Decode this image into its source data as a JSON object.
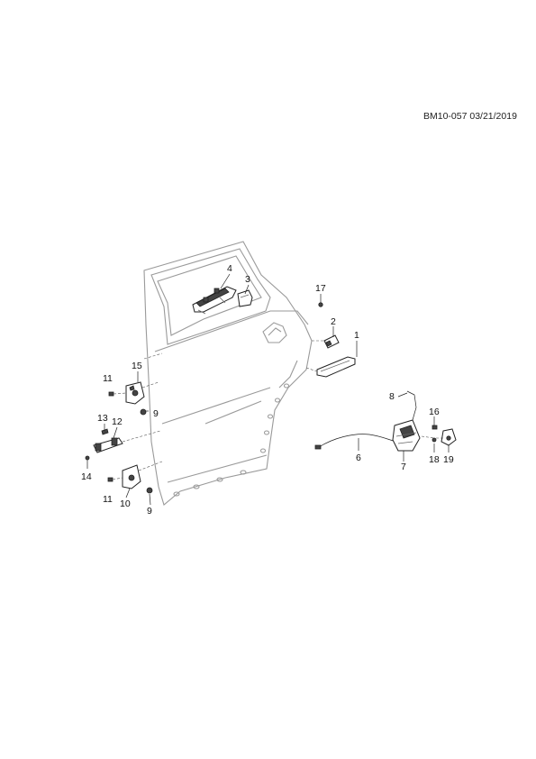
{
  "document_code": "BM10-057 03/21/2019",
  "callouts": [
    {
      "id": "c1",
      "text": "1"
    },
    {
      "id": "c2",
      "text": "2"
    },
    {
      "id": "c3",
      "text": "3"
    },
    {
      "id": "c4",
      "text": "4"
    },
    {
      "id": "c6",
      "text": "6"
    },
    {
      "id": "c7",
      "text": "7"
    },
    {
      "id": "c8",
      "text": "8"
    },
    {
      "id": "c9a",
      "text": "9"
    },
    {
      "id": "c9b",
      "text": "9"
    },
    {
      "id": "c10",
      "text": "10"
    },
    {
      "id": "c11a",
      "text": "11"
    },
    {
      "id": "c11b",
      "text": "11"
    },
    {
      "id": "c12",
      "text": "12"
    },
    {
      "id": "c13",
      "text": "13"
    },
    {
      "id": "c14",
      "text": "14"
    },
    {
      "id": "c15",
      "text": "15"
    },
    {
      "id": "c16",
      "text": "16"
    },
    {
      "id": "c17",
      "text": "17"
    },
    {
      "id": "c18",
      "text": "18"
    },
    {
      "id": "c19",
      "text": "19"
    }
  ]
}
